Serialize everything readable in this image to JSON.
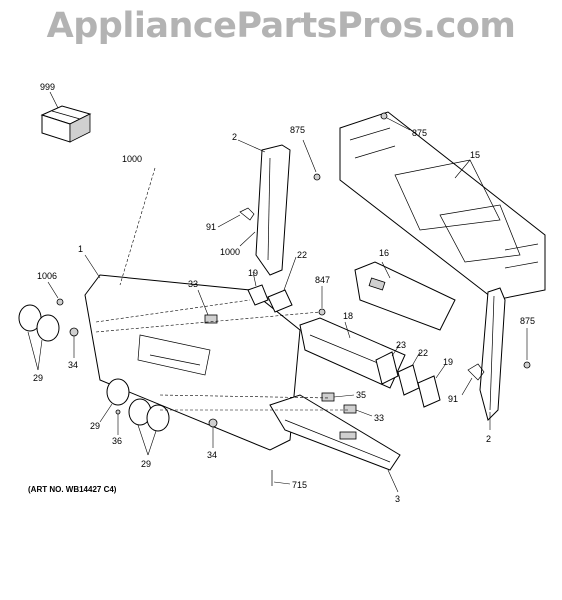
{
  "header": {
    "site_title": "AppliancePartsPros.com"
  },
  "diagram": {
    "callouts": {
      "c999": "999",
      "c1000a": "1000",
      "c875a": "875",
      "c875b": "875",
      "c875c": "875",
      "c2a": "2",
      "c2b": "2",
      "c15": "15",
      "c91a": "91",
      "c91b": "91",
      "c1000b": "1000",
      "c22a": "22",
      "c22b": "22",
      "c16": "16",
      "c1": "1",
      "c33a": "33",
      "c33b": "33",
      "c19a": "19",
      "c19b": "19",
      "c847": "847",
      "c1006": "1006",
      "c18": "18",
      "c23": "23",
      "c29a": "29",
      "c29b": "29",
      "c29c": "29",
      "c34a": "34",
      "c34b": "34",
      "c35": "35",
      "c36": "36",
      "c715": "715",
      "c3": "3"
    },
    "art_number": "(ART NO. WB14427 C4)"
  }
}
